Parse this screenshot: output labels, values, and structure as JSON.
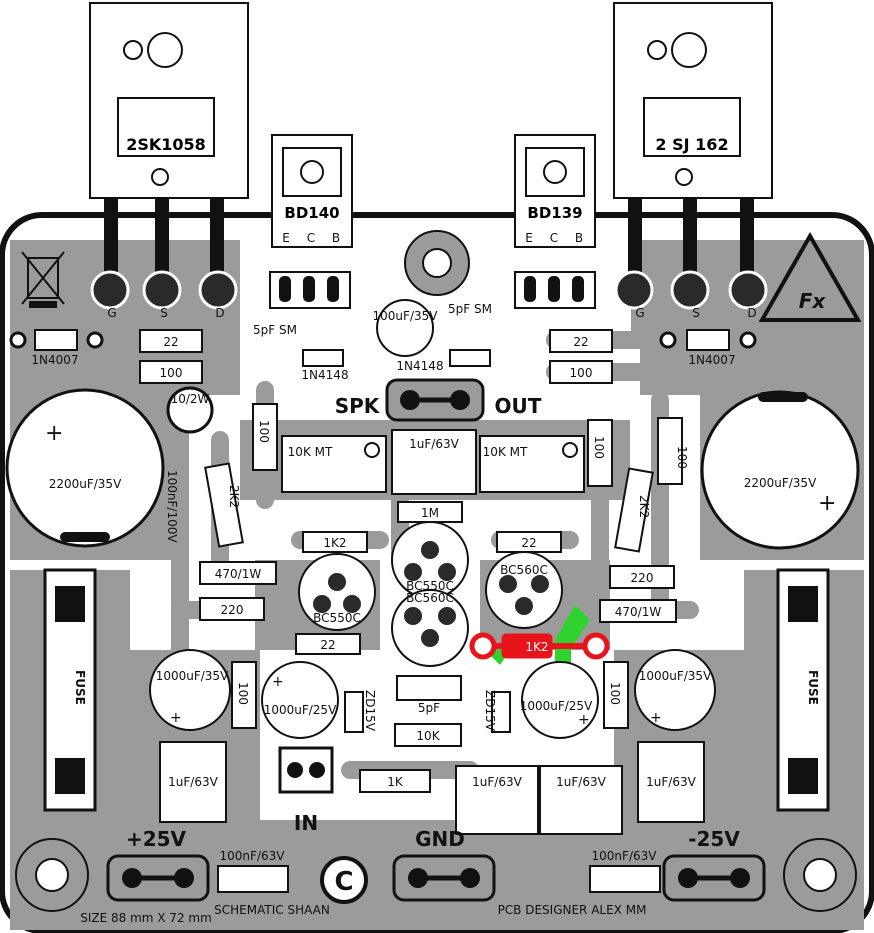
{
  "transistors": {
    "left_power": "2SK1058",
    "right_power": "2 SJ 162",
    "left_driver": "BD140",
    "right_driver": "BD139",
    "driver_pins": [
      "E",
      "C",
      "B"
    ]
  },
  "pins": {
    "gate": "G",
    "source": "S",
    "drain": "D",
    "emitter": "E",
    "collector": "C",
    "base": "B"
  },
  "connectors": {
    "spk": "SPK",
    "out": "OUT",
    "in": "IN",
    "gnd": "GND",
    "vpos": "+25V",
    "vneg": "-25V"
  },
  "components": {
    "d_left": "1N4007",
    "d_right": "1N4007",
    "r22_top_left": "22",
    "r22_top_right": "22",
    "r100_left": "100",
    "r100_right": "100",
    "c5p_left": "5pF SM",
    "c5p_right": "5pF SM",
    "c100u_top": "100uF/35V",
    "d1n4148_left": "1N4148",
    "d1n4148_right": "1N4148",
    "r10_2w": "10/2W",
    "cap_big_left": "2200uF/35V",
    "cap_big_right": "2200uF/35V",
    "cap_100n_100v": "100nF/100V",
    "pot_left": "10K MT",
    "pot_right": "10K MT",
    "c1u_top": "1uF/63V",
    "r1m": "1M",
    "r1k2_left": "1K2",
    "r1k2_highlight": "1K2",
    "r22_mid_right": "22",
    "r22_mid_left": "22",
    "r2k2_left": "2K2",
    "r2k2_right": "2K2",
    "r470_left": "470/1W",
    "r470_right": "470/1W",
    "r220_left": "220",
    "r220_right": "220",
    "r100_vl": "100",
    "r100_vr": "100",
    "r100_v1": "100",
    "r100_v2": "100",
    "q_bc550c_top": "BC550C",
    "q_bc550c_left": "BC550C",
    "q_bc560c_right": "BC560C",
    "q_bc560c_mid": "BC560C",
    "c1000_left": "1000uF/35V",
    "c1000_right": "1000uF/35V",
    "c1000_25_left": "1000uF/25V",
    "c1000_25_right": "1000uF/25V",
    "zd_left": "ZD15V",
    "zd_right": "ZD15V",
    "c5pf_mid": "5pF",
    "r10k": "10K",
    "r1k": "1K",
    "c1u_l1": "1uF/63V",
    "c1u_m1": "1uF/63V",
    "c1u_m2": "1uF/63V",
    "c1u_r1": "1uF/63V",
    "fuse_left": "FUSE",
    "fuse_right": "FUSE",
    "c100n_l": "100nF/63V",
    "c100n_r": "100nF/63V"
  },
  "credits": {
    "size": "SIZE 88 mm X 72 mm",
    "schematic": "SCHEMATIC SHAAN",
    "pcb": "PCB DESIGNER ALEX MM",
    "copyright": "C"
  },
  "colors": {
    "copper": "#9b9b9b",
    "board": "#2a2a2a",
    "silk": "#ffffff",
    "highlight": "#e8141b",
    "highlight_pad": "#2fd22f"
  }
}
